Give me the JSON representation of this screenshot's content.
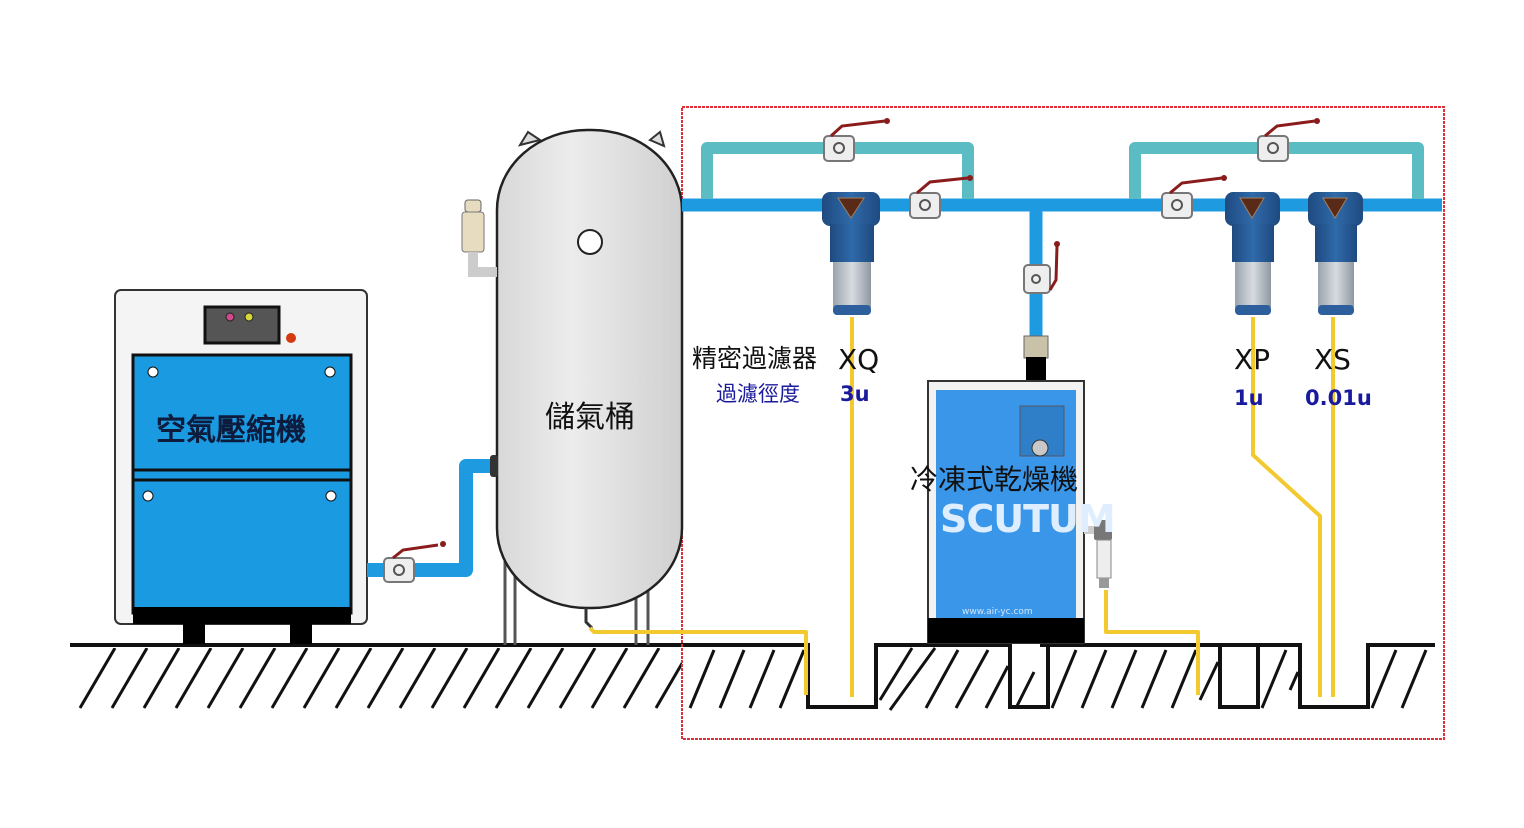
{
  "diagram": {
    "title": "Compressed air treatment system layout",
    "components": {
      "compressor": {
        "label": "空氣壓縮機",
        "indicator_colors": [
          "#d04a8a",
          "#d8d83a",
          "#d43a10"
        ]
      },
      "receiver_tank": {
        "label": "儲氣桶"
      },
      "dryer": {
        "label": "冷凍式乾燥機",
        "brand": "SCUTUM",
        "url": "www.air-yc.com"
      },
      "filters": [
        {
          "series_name": "精密過濾器",
          "code": "XQ",
          "precision_label": "過濾徑度",
          "precision": "3u"
        },
        {
          "code": "XP",
          "precision": "1u"
        },
        {
          "code": "XS",
          "precision": "0.01u"
        }
      ]
    },
    "colors": {
      "main_pipe": "#1e9be0",
      "bypass_pipe": "#5bbcc4",
      "drain_line": "#f2c92e",
      "machine_blue": "#1a9ae0",
      "filter_blue": "#2c5f9c",
      "highlight_box": "#e0303a",
      "valve_handle": "#8a1c1c"
    }
  }
}
